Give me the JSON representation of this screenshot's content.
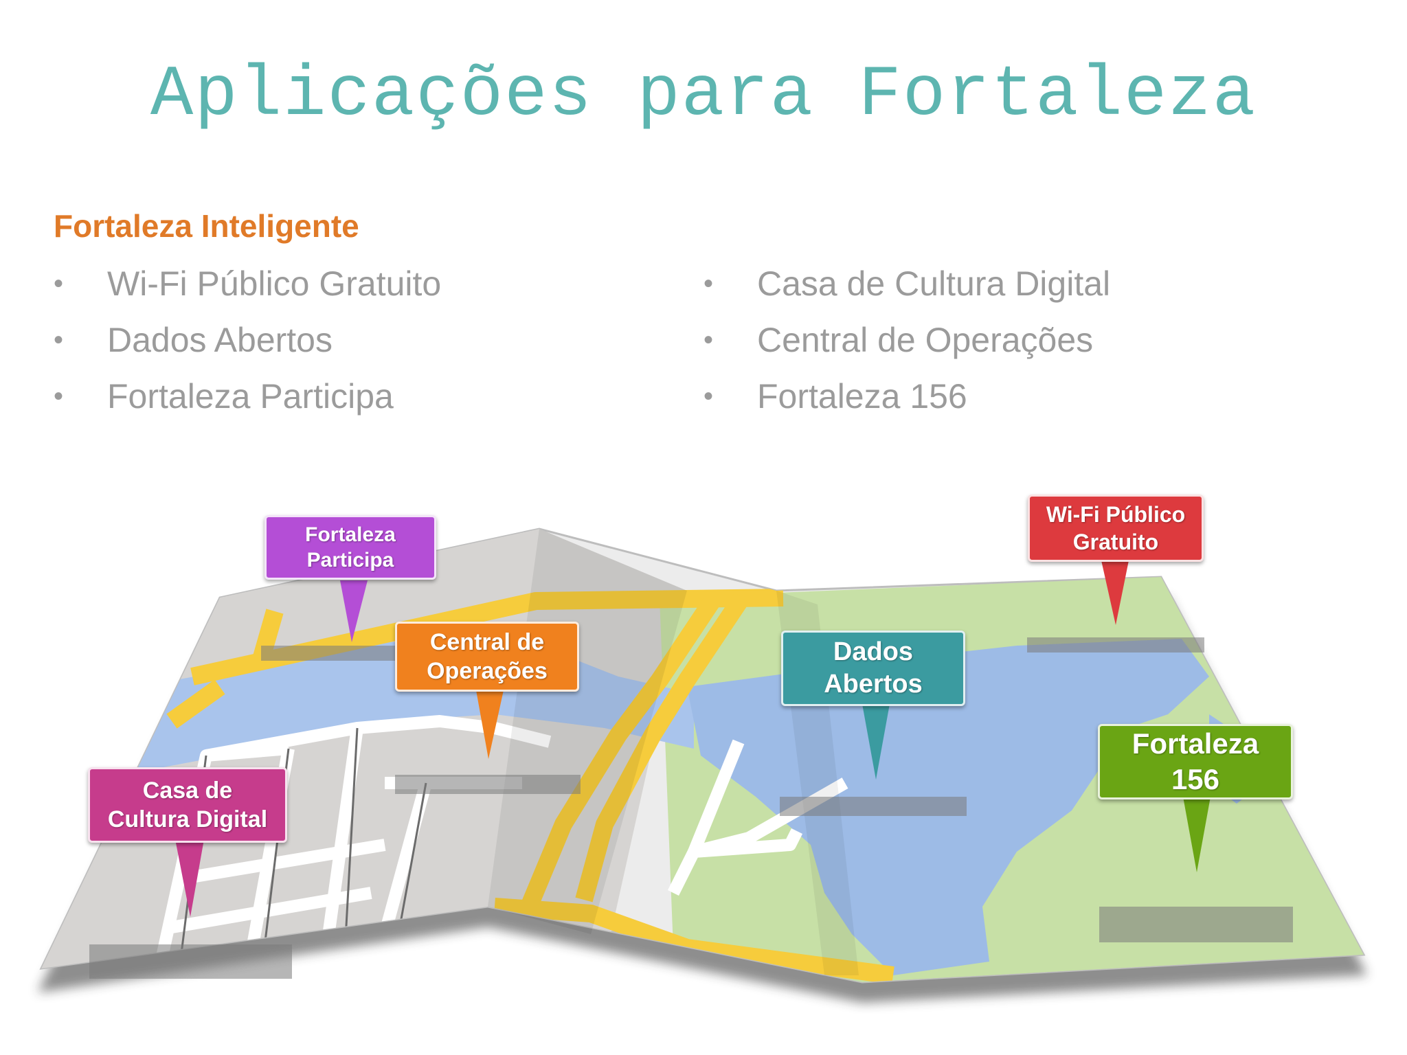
{
  "title": "Aplicações para Fortaleza",
  "subtitle": "Fortaleza Inteligente",
  "bullets_left": [
    "Wi-Fi Público Gratuito",
    "Dados Abertos",
    "Fortaleza Participa"
  ],
  "bullets_right": [
    "Casa de Cultura Digital",
    "Central de Operações",
    "Fortaleza 156"
  ],
  "bullet_symbol": "•",
  "pins": {
    "participa": {
      "line1": "Fortaleza",
      "line2": "Participa",
      "color": "#b44ed6"
    },
    "central": {
      "line1": "Central de",
      "line2": "Operações",
      "color": "#f0811e"
    },
    "casa": {
      "line1": "Casa de",
      "line2": "Cultura Digital",
      "color": "#c63c8c"
    },
    "dados": {
      "line1": "Dados",
      "line2": "Abertos",
      "color": "#3b9ba0"
    },
    "wifi": {
      "line1": "Wi-Fi Público",
      "line2": "Gratuito",
      "color": "#dd3a3e"
    },
    "f156": {
      "line1": "Fortaleza",
      "line2": "156",
      "color": "#6aa514"
    }
  },
  "colors": {
    "title": "#5db5b0",
    "subtitle": "#e07a28",
    "bullet_text": "#9b9b9b",
    "map_land_gray": "#d6d4d2",
    "map_water": "#a9c4ec",
    "map_park": "#c7e0a6",
    "map_road": "#f6cc3c"
  }
}
